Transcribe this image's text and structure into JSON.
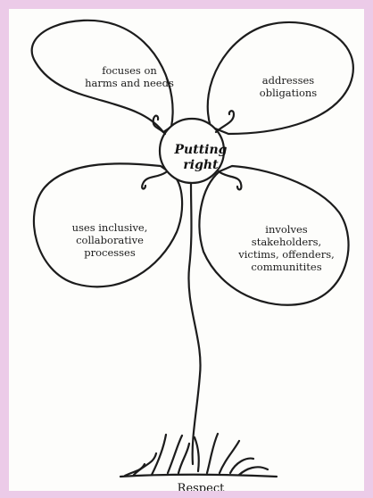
{
  "diagram": {
    "center": "Putting\nright",
    "petals": {
      "top_left": "focuses on\nharms and needs",
      "top_right": "addresses\nobligations",
      "bottom_left": "uses inclusive,\ncollaborative\nprocesses",
      "bottom_right": "involves\nstakeholders,\nvictims, offenders,\ncommunitites"
    },
    "base": "Respect"
  },
  "colors": {
    "page_background": "#eccbe8",
    "paper": "#fdfdfb",
    "ink": "#1c1c1c"
  }
}
